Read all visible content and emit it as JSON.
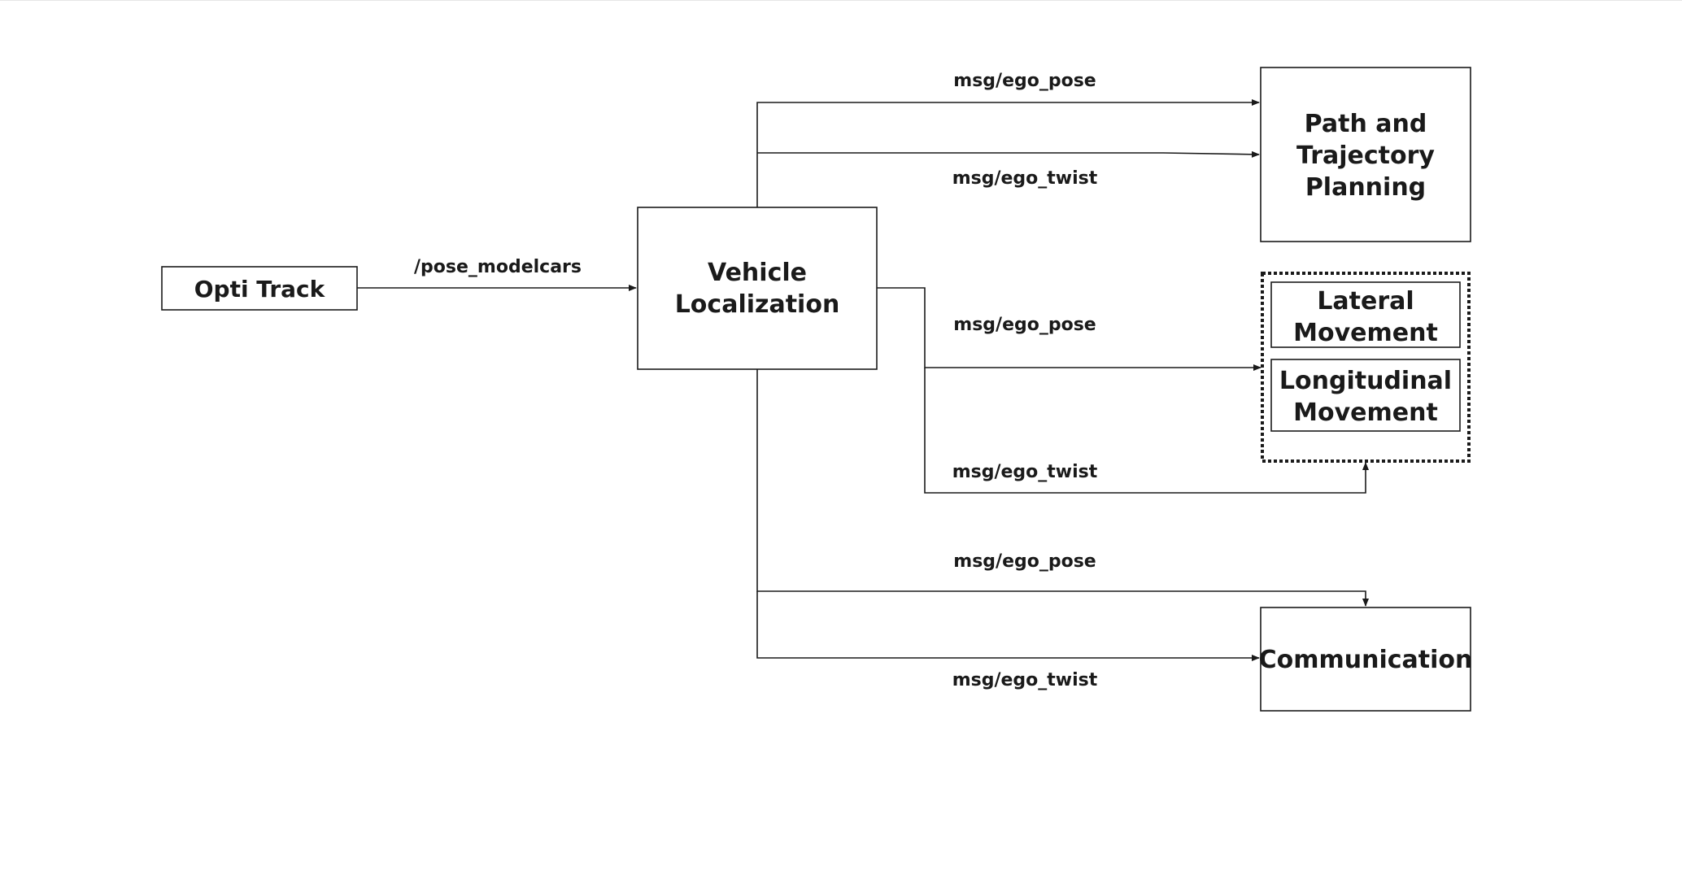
{
  "nodes": {
    "opti_track": {
      "label": "Opti Track"
    },
    "vehicle_localization": {
      "line1": "Vehicle",
      "line2": "Localization"
    },
    "path_planning": {
      "line1": "Path and",
      "line2": "Trajectory",
      "line3": "Planning"
    },
    "lateral_movement": {
      "line1": "Lateral",
      "line2": "Movement"
    },
    "longitudinal_movement": {
      "line1": "Longitudinal",
      "line2": "Movement"
    },
    "communication": {
      "label": "Communication"
    }
  },
  "edges": {
    "pose_modelcars": "/pose_modelcars",
    "path_ego_pose": "msg/ego_pose",
    "path_ego_twist": "msg/ego_twist",
    "motion_ego_pose": "msg/ego_pose",
    "motion_ego_twist": "msg/ego_twist",
    "comm_ego_pose": "msg/ego_pose",
    "comm_ego_twist": "msg/ego_twist"
  }
}
